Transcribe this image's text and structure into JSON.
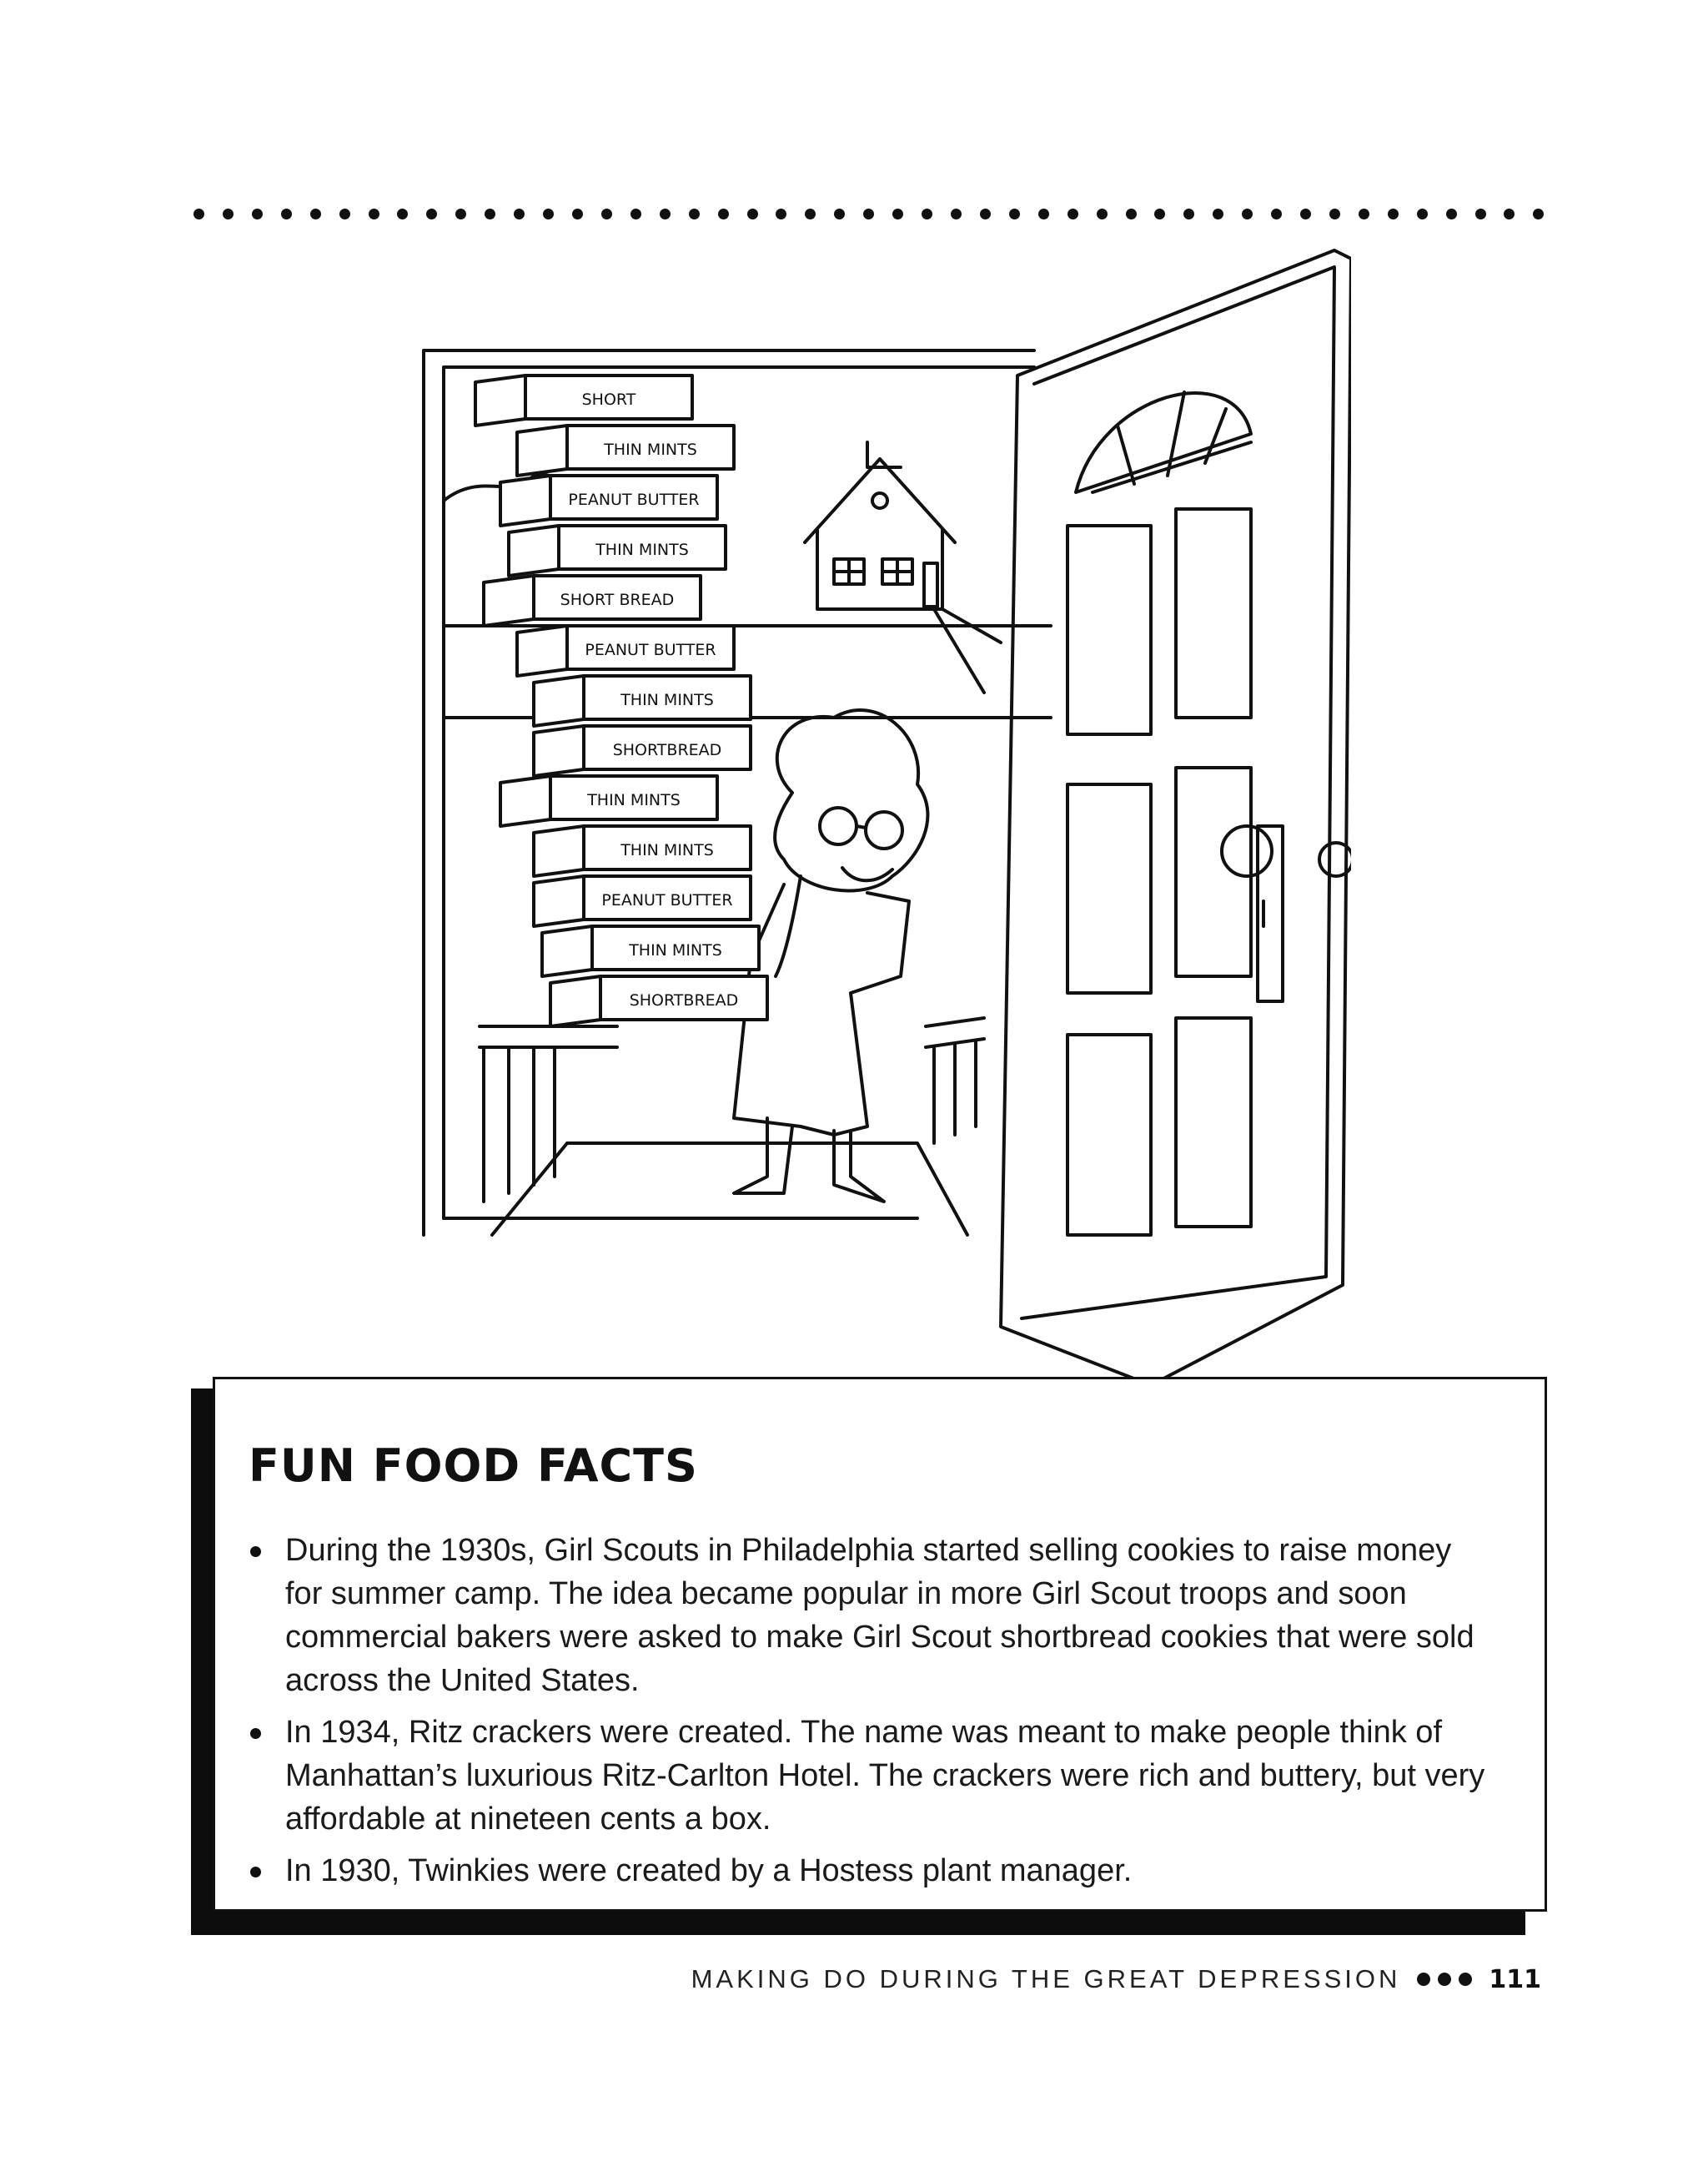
{
  "facts": {
    "title": "FUN FOOD FACTS",
    "items": [
      "During the 1930s, Girl Scouts in Philadelphia started selling cookies to raise money for summer camp. The idea became popular in more Girl Scout troops and soon commercial bakers were asked to make Girl Scout shortbread cookies that were sold across the United States.",
      "In 1934, Ritz crackers were created. The name was meant to make people think of Manhattan’s luxurious Ritz-Carlton Hotel. The crackers were rich and buttery, but very affordable at nineteen cents a box.",
      "In 1930, Twinkies were created by a Hostess plant manager."
    ]
  },
  "illustration": {
    "box_labels": [
      "SHORT",
      "THIN MINTS",
      "PEANUT BUTTER",
      "THIN MINTS",
      "SHORT BREAD",
      "PEANUT BUTTER",
      "THIN MINTS",
      "SHORTBREAD",
      "THIN MINTS",
      "THIN MINTS",
      "PEANUT BUTTER",
      "THIN MINTS",
      "SHORTBREAD"
    ]
  },
  "footer": {
    "running_head": "MAKING DO DURING THE GREAT DEPRESSION",
    "page_number": "111"
  }
}
